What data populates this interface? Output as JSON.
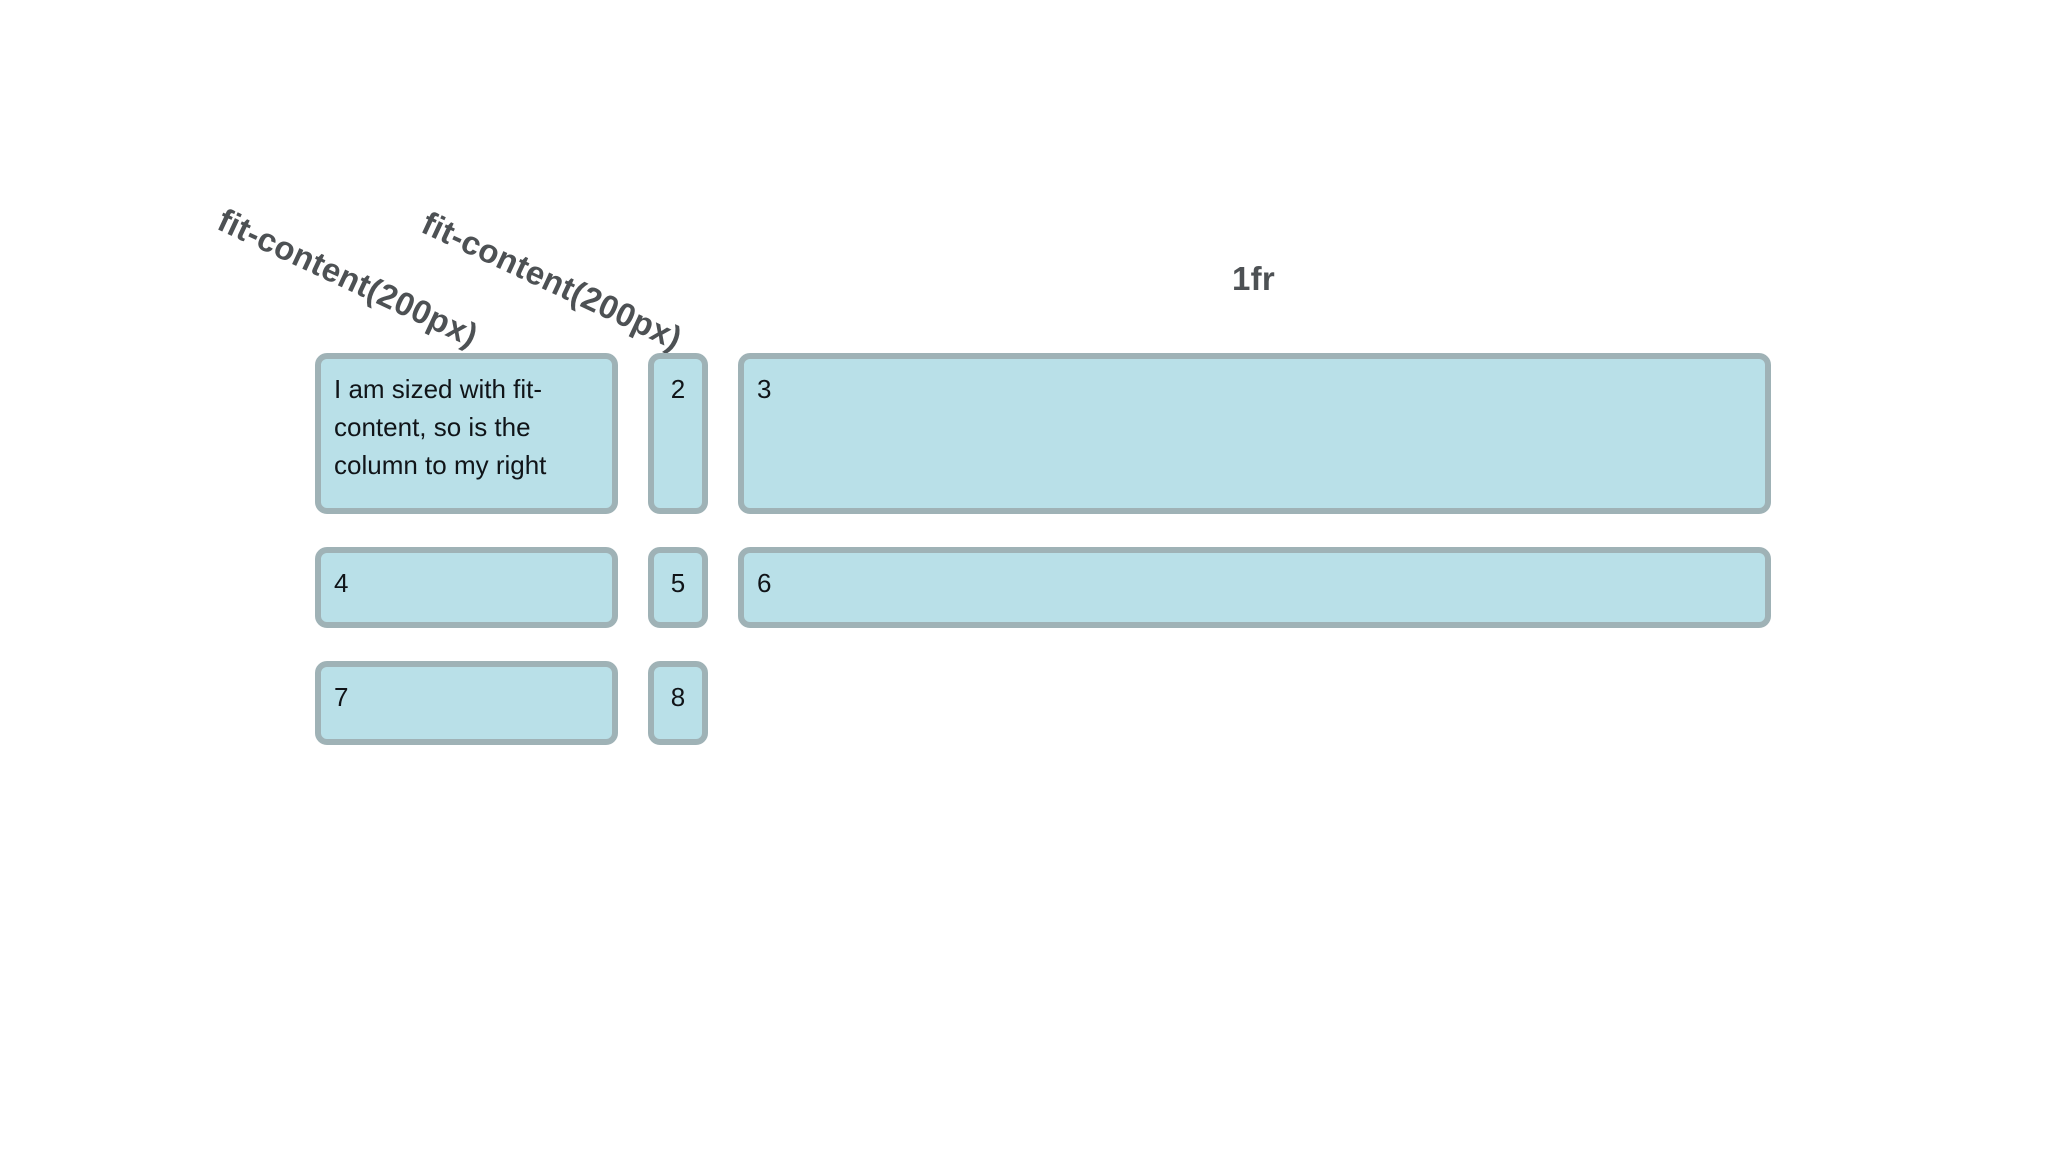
{
  "diagram": {
    "title": "css-grid-fit-content-track-sizing-example",
    "track_labels": [
      {
        "text": "fit-content(200px)",
        "rotated": true
      },
      {
        "text": "fit-content(200px)",
        "rotated": true
      },
      {
        "text": "1fr",
        "rotated": false
      }
    ],
    "cells": [
      {
        "label": "I am sized with fit-content, so is the column to my right"
      },
      {
        "label": "2"
      },
      {
        "label": "3"
      },
      {
        "label": "4"
      },
      {
        "label": "5"
      },
      {
        "label": "6"
      },
      {
        "label": "7"
      },
      {
        "label": "8"
      }
    ],
    "colors": {
      "page_background": "#ffffff",
      "cell_fill": "#b9e0e8",
      "cell_border": "#9fb2b6",
      "cell_text": "#101418",
      "label_color": "#4d5154"
    }
  }
}
